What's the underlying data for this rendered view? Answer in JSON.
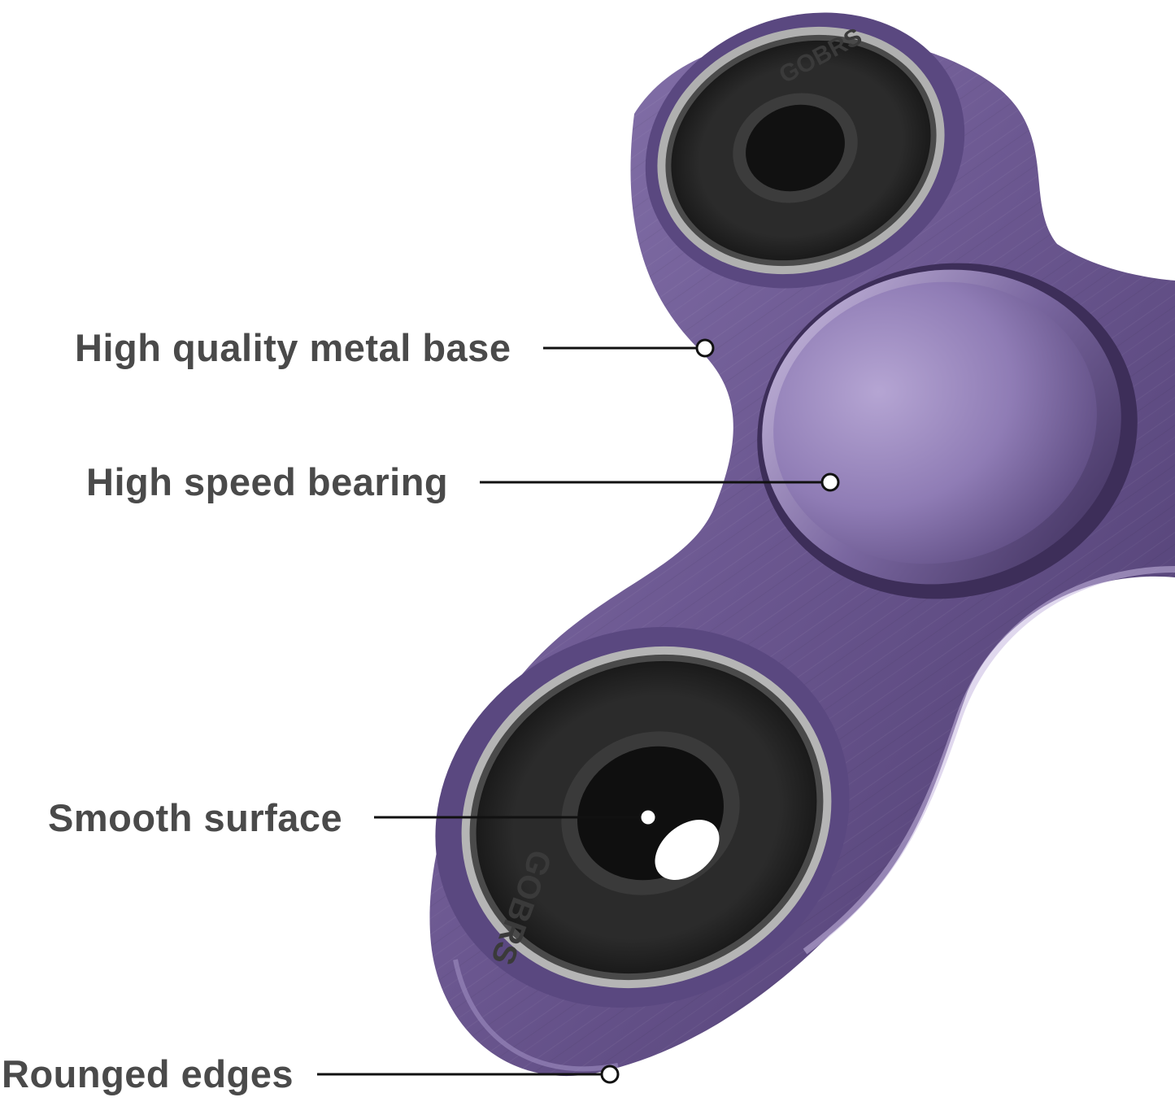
{
  "callouts": [
    {
      "label": "High quality metal base"
    },
    {
      "label": "High speed bearing"
    },
    {
      "label": "Smooth surface"
    },
    {
      "label": "Rounged edges"
    }
  ],
  "product": {
    "name": "fidget spinner",
    "brand_marking": "GOBRS",
    "colors": {
      "body": "#6e5a93",
      "body_highlight": "#a795c8",
      "body_shadow": "#3e2f5c",
      "bearing_ring": "#2a2a2a",
      "bearing_rim": "#a8a8a8",
      "callout_line": "#111111",
      "label_text": "#4a4a4a"
    }
  }
}
